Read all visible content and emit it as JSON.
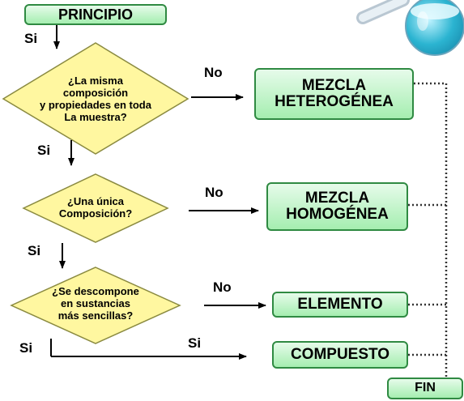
{
  "start_label": "PRINCIPIO",
  "end_label": "FIN",
  "yes_label": "Si",
  "no_label": "No",
  "questions": [
    {
      "lines": [
        "¿La misma",
        "composición",
        "y propiedades en toda",
        "La muestra?"
      ]
    },
    {
      "lines": [
        "¿Una única",
        "Composición?"
      ]
    },
    {
      "lines": [
        "¿Se descompone",
        "en sustancias",
        "más sencillas?"
      ]
    }
  ],
  "results": [
    {
      "lines": [
        "MEZCLA",
        "HETEROGÉNEA"
      ]
    },
    {
      "lines": [
        "MEZCLA",
        "HOMOGÉNEA"
      ]
    },
    {
      "lines": [
        "ELEMENTO"
      ]
    },
    {
      "lines": [
        "COMPUESTO"
      ]
    }
  ],
  "colors": {
    "box_fill": "#a5eeb0",
    "box_border": "#2f8a42",
    "diamond_fill": "#fff7a0",
    "diamond_border": "#8a8a40",
    "flask_liquid": "#1ea8c6"
  },
  "icons": [
    "flask-icon"
  ]
}
